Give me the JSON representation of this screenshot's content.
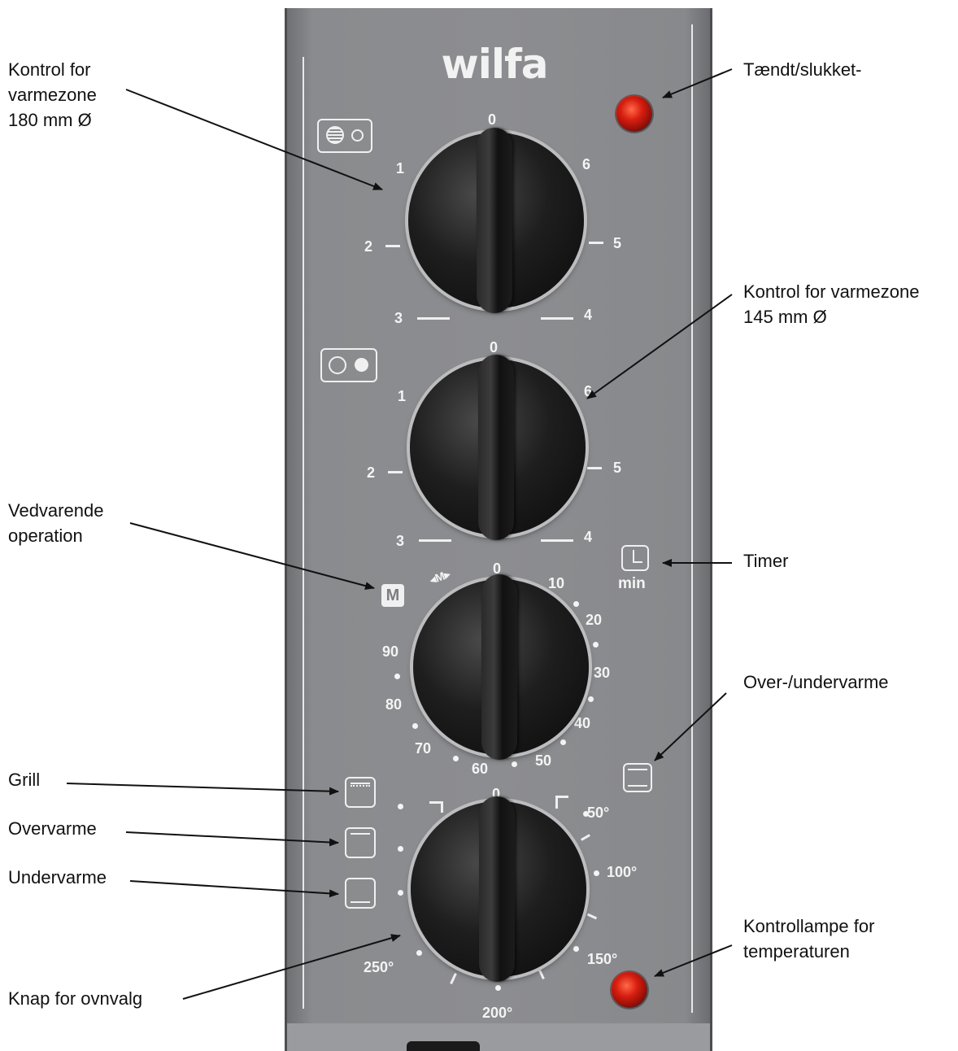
{
  "brand": "wilfa",
  "labels": {
    "zone180": [
      "Kontrol for",
      "varmezone",
      "180 mm Ø"
    ],
    "power": "Tændt/slukket-",
    "zone145": [
      "Kontrol for varmezone",
      "145 mm Ø"
    ],
    "continuous": [
      "Vedvarende",
      "operation"
    ],
    "timer": "Timer",
    "overunder": "Over-/undervarme",
    "grill": "Grill",
    "overheat": "Overvarme",
    "underheat": "Undervarme",
    "templamp": [
      "Kontrollampe for",
      "temperaturen"
    ],
    "selector": "Knap for ovnvalg"
  },
  "dials": {
    "zone_marks": [
      "0",
      "1",
      "2",
      "3",
      "4",
      "5",
      "6"
    ],
    "timer_marks": [
      "0",
      "10",
      "20",
      "30",
      "40",
      "50",
      "60",
      "70",
      "80",
      "90"
    ],
    "temp_marks": [
      "0",
      "50°",
      "100°",
      "150°",
      "200°",
      "250°"
    ],
    "timer_unit": "min",
    "manual_symbol": "M",
    "manual_arc": "◂M▸"
  },
  "icons": {
    "zone1": "hob-large-zone-icon",
    "zone2": "hob-small-zone-icon",
    "timer": "clock-icon",
    "manual": "manual-mode-icon",
    "grill": "grill-icon",
    "top_heat": "top-heat-icon",
    "bottom_heat": "bottom-heat-icon",
    "top_bottom_heat": "top-bottom-heat-icon"
  },
  "colors": {
    "panel": "#8c8d90",
    "knob": "#111111",
    "lamp": "#d81e10"
  }
}
